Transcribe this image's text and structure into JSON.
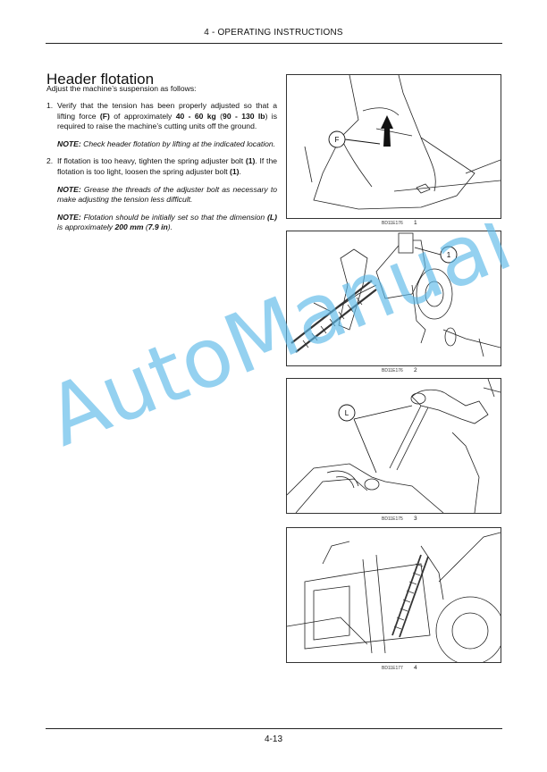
{
  "header": {
    "section": "4 - OPERATING INSTRUCTIONS"
  },
  "title": "Header flotation",
  "intro": "Adjust the machine’s suspension as follows:",
  "steps": [
    {
      "num": "1.",
      "t1": "Verify that the tension has been properly adjusted so that a lifting force ",
      "b1": "(F)",
      "t2": " of approximately ",
      "b2": "40 - 60 kg",
      "t3": " (",
      "b3": "90 - 130 lb",
      "t4": ") is required to raise the machine’s cutting units off the ground."
    },
    {
      "num": "2.",
      "t1": "If flotation is too heavy, tighten the spring adjuster bolt ",
      "b1": "(1)",
      "t2": ". If the flotation is too light, loosen the spring adjuster bolt ",
      "b2": "(1)",
      "t3": "."
    }
  ],
  "notes": {
    "n1_label": "NOTE:",
    "n1_text": " Check header flotation by lifting at the indicated location.",
    "n2_label": "NOTE:",
    "n2_text": " Grease the threads of the adjuster bolt as necessary to make adjusting the tension less difficult.",
    "n3_label": "NOTE:",
    "n3_t1": " Flotation should be initially set so that the dimension ",
    "n3_b1": "(L)",
    "n3_t2": " is approximately ",
    "n3_b2": "200 mm",
    "n3_t3": " (",
    "n3_b3": "7.9 in",
    "n3_t4": ")."
  },
  "figures": [
    {
      "code": "BD11E176",
      "num": "1",
      "callout": "F"
    },
    {
      "code": "BD11E176",
      "num": "2",
      "callout": "1"
    },
    {
      "code": "BD11E175",
      "num": "3",
      "callout": "L"
    },
    {
      "code": "BD11E177",
      "num": "4"
    }
  ],
  "watermark": "AutoManual",
  "watermark_color": "#5bb8e8",
  "page_number": "4-13"
}
